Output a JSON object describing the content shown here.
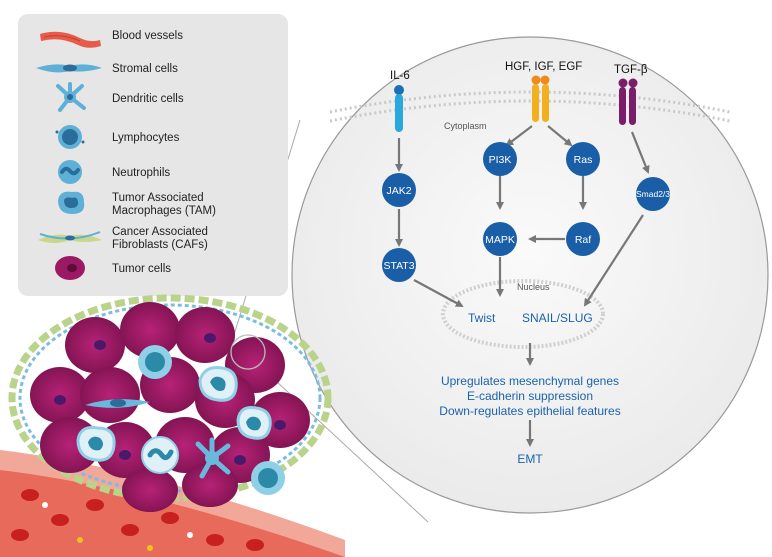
{
  "legend": {
    "items": [
      {
        "label": "Blood vessels",
        "icon": "blood-vessel-icon"
      },
      {
        "label": "Stromal cells",
        "icon": "stromal-cell-icon"
      },
      {
        "label": "Dendritic cells",
        "icon": "dendritic-cell-icon"
      },
      {
        "label": "Lymphocytes",
        "icon": "lymphocyte-icon"
      },
      {
        "label": "Neutrophils",
        "icon": "neutrophil-icon"
      },
      {
        "label": "Tumor Associated",
        "label2": "Macrophages (TAM)",
        "icon": "tam-icon"
      },
      {
        "label": "Cancer Associated",
        "label2": "Fibroblasts (CAFs)",
        "icon": "caf-icon"
      },
      {
        "label": "Tumor cells",
        "icon": "tumor-cell-icon"
      }
    ]
  },
  "receptors": {
    "il6": "IL-6",
    "growth": "HGF, IGF, EGF",
    "tgfb": "TGF-β"
  },
  "compartments": {
    "cytoplasm": "Cytoplasm",
    "nucleus": "Nucleus"
  },
  "nodes": {
    "jak2": "JAK2",
    "stat3": "STAT3",
    "pi3k": "PI3K",
    "ras": "Ras",
    "mapk": "MAPK",
    "raf": "Raf",
    "smad": "Smad2/3"
  },
  "targets": {
    "twist": "Twist",
    "snail": "SNAIL/SLUG"
  },
  "effects": [
    "Upregulates mesenchymal genes",
    "E-cadherin suppression",
    "Down-regulates epithelial features"
  ],
  "outcome": "EMT",
  "colors": {
    "node_blue": "#1a5ea8",
    "text_blue": "#1a62ad",
    "tumor_magenta": "#9b1a63",
    "legend_bg": "#e6e6e6",
    "il6_receptor": "#2aa7dc",
    "growth_receptor": "#f2b01e",
    "tgfb_receptor": "#7a1e6a"
  }
}
